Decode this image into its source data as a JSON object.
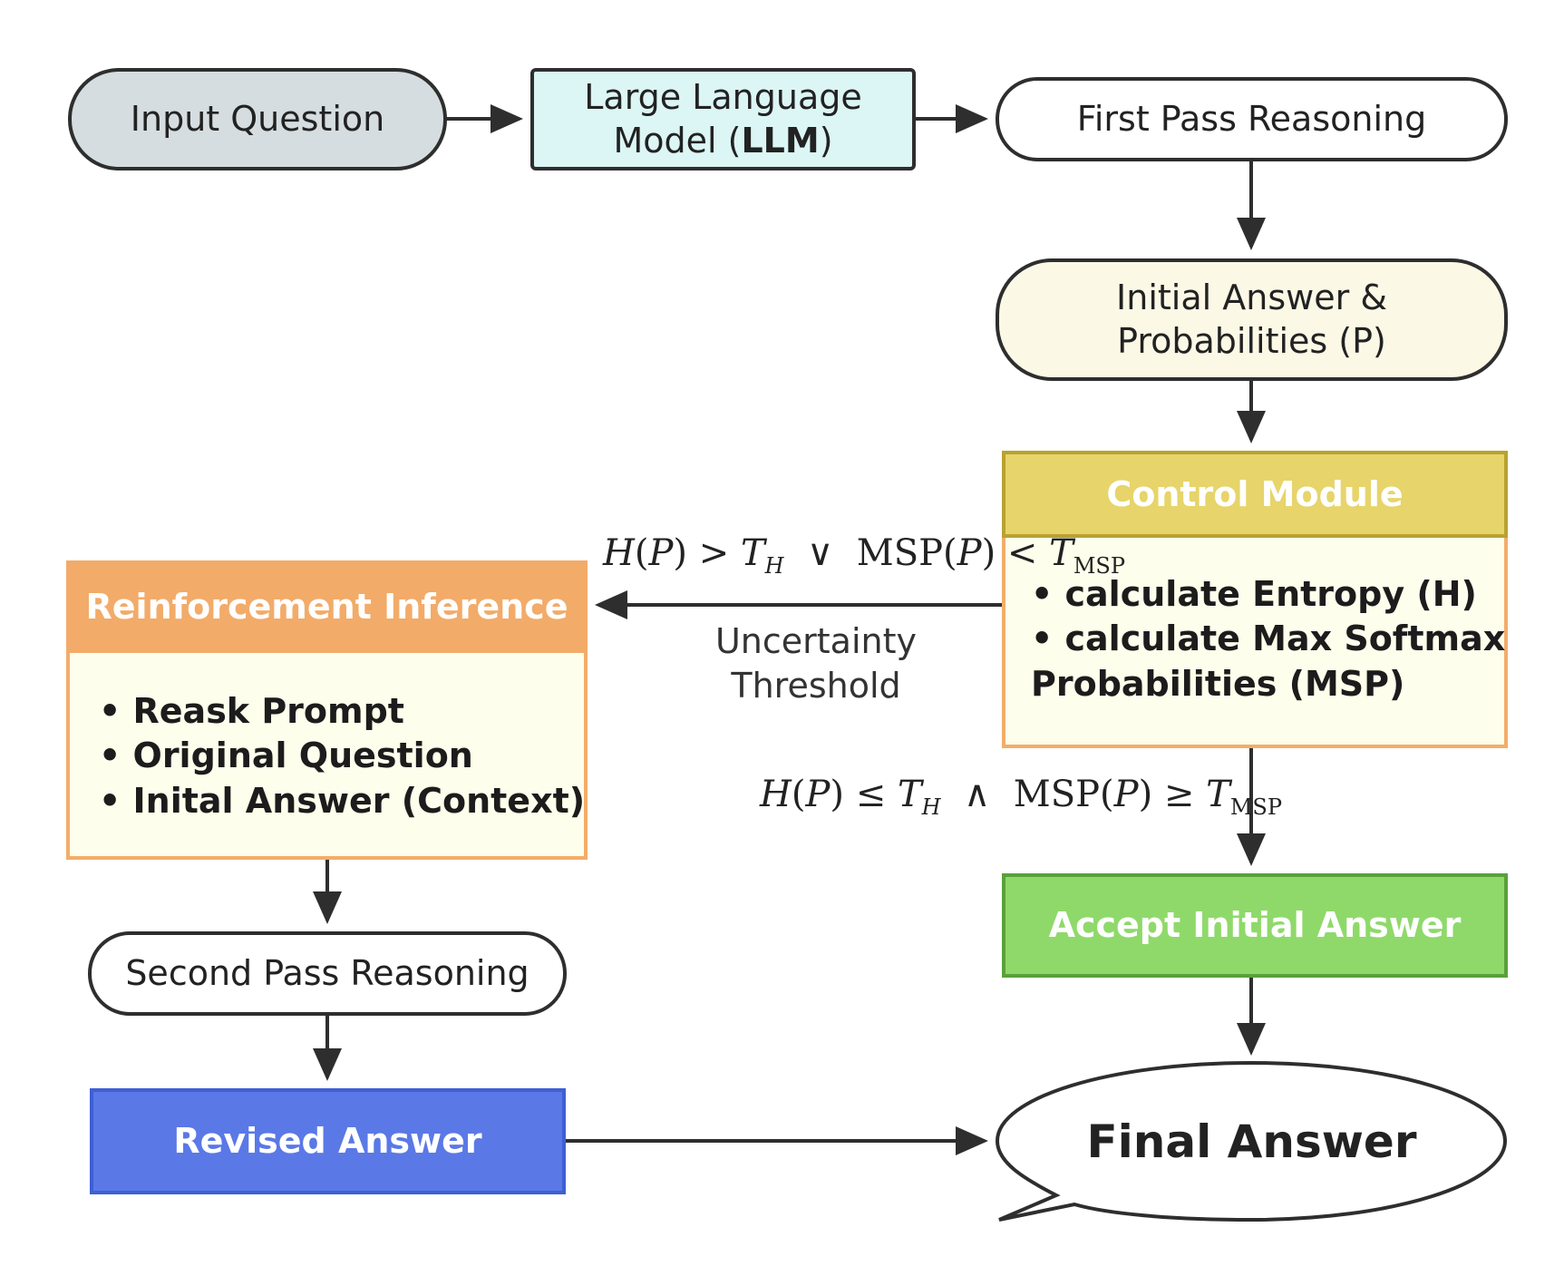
{
  "nodes": {
    "input_question": "Input Question",
    "llm_line1": "Large Language",
    "llm_line2_prefix": "Model (",
    "llm_line2_bold": "LLM",
    "llm_line2_suffix": ")",
    "first_pass": "First Pass Reasoning",
    "initial_line1": "Initial Answer &",
    "initial_line2": "Probabilities (P)",
    "second_pass": "Second Pass Reasoning",
    "accept": "Accept Initial Answer",
    "revised": "Revised Answer",
    "final": "Final Answer"
  },
  "control_module": {
    "title": "Control Module",
    "items": [
      "• calculate Entropy (H)",
      "• calculate Max Softmax",
      "Probabilities (MSP)"
    ]
  },
  "reinforcement": {
    "title": "Reinforcement Inference",
    "items": [
      "• Reask Prompt",
      "• Original Question",
      "• Inital Answer (Context)"
    ]
  },
  "edges": {
    "threshold_line1": "Uncertainty",
    "threshold_line2": "Threshold",
    "reject_condition": {
      "h": "H",
      "p": "P",
      "t": "T",
      "sub_h": "H",
      "or": "∨",
      "msp": "MSP",
      "sub_msp": "MSP",
      "gt": ">",
      "lt": "<"
    },
    "accept_condition": {
      "h": "H",
      "p": "P",
      "t": "T",
      "sub_h": "H",
      "and": "∧",
      "msp": "MSP",
      "sub_msp": "MSP",
      "le": "≤",
      "ge": "≥"
    }
  },
  "colors": {
    "stroke": "#2e2e2e",
    "input_fill": "#d5dde0",
    "llm_fill": "#dcf5f5",
    "initial_fill": "#fbf8e6",
    "control_header": "#e7d46a",
    "reinforcement_header": "#f2ab69",
    "card_body": "#fefeec",
    "accept_fill": "#8fd96a",
    "revised_fill": "#5a79e6"
  }
}
